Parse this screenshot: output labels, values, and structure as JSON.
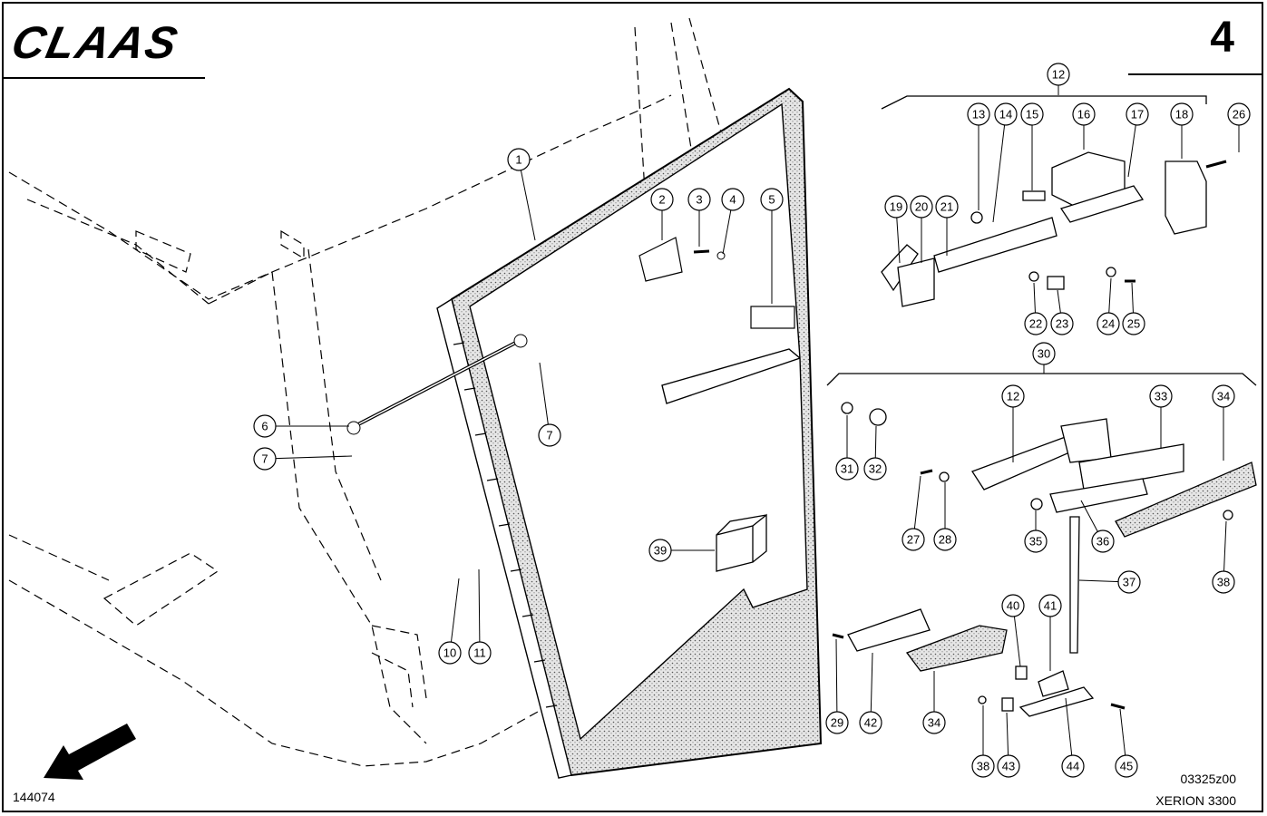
{
  "header": {
    "logo": "CLAAS",
    "page_number": "4"
  },
  "footer": {
    "figure_id": "144074",
    "drawing_code": "03325z00",
    "model": "XERION 3300"
  },
  "callouts": [
    {
      "label": "1"
    },
    {
      "label": "2"
    },
    {
      "label": "3"
    },
    {
      "label": "4"
    },
    {
      "label": "5"
    },
    {
      "label": "6"
    },
    {
      "label": "7"
    },
    {
      "label": "7"
    },
    {
      "label": "10"
    },
    {
      "label": "11"
    },
    {
      "label": "39"
    },
    {
      "label": "12"
    },
    {
      "label": "13"
    },
    {
      "label": "14"
    },
    {
      "label": "15"
    },
    {
      "label": "16"
    },
    {
      "label": "17"
    },
    {
      "label": "18"
    },
    {
      "label": "26"
    },
    {
      "label": "19"
    },
    {
      "label": "20"
    },
    {
      "label": "21"
    },
    {
      "label": "22"
    },
    {
      "label": "23"
    },
    {
      "label": "24"
    },
    {
      "label": "25"
    },
    {
      "label": "30"
    },
    {
      "label": "31"
    },
    {
      "label": "32"
    },
    {
      "label": "12"
    },
    {
      "label": "33"
    },
    {
      "label": "34"
    },
    {
      "label": "27"
    },
    {
      "label": "28"
    },
    {
      "label": "35"
    },
    {
      "label": "36"
    },
    {
      "label": "38"
    },
    {
      "label": "37"
    },
    {
      "label": "40"
    },
    {
      "label": "41"
    },
    {
      "label": "29"
    },
    {
      "label": "42"
    },
    {
      "label": "34"
    },
    {
      "label": "38"
    },
    {
      "label": "43"
    },
    {
      "label": "44"
    },
    {
      "label": "45"
    }
  ],
  "colors": {
    "ink": "#000000",
    "paper": "#ffffff",
    "shade": "#d9d9d9"
  }
}
